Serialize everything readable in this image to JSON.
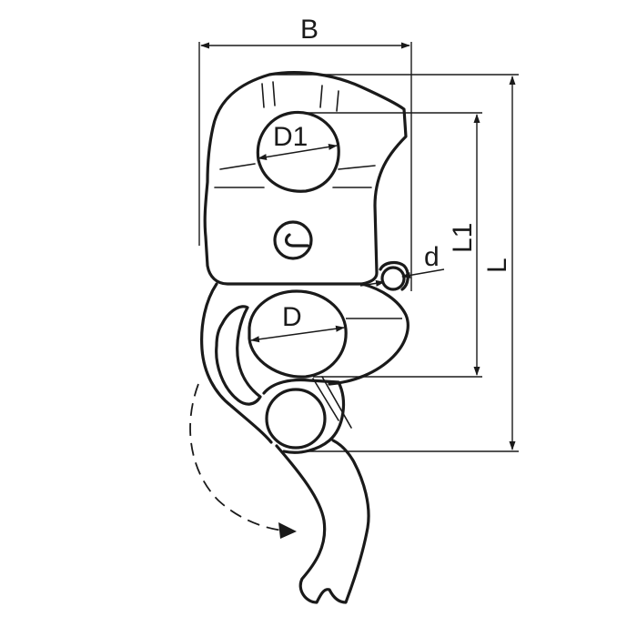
{
  "labels": {
    "width": "B",
    "upper_bore": "D1",
    "lower_bore": "D",
    "pin": "d",
    "inner_length": "L1",
    "overall_length": "L"
  }
}
